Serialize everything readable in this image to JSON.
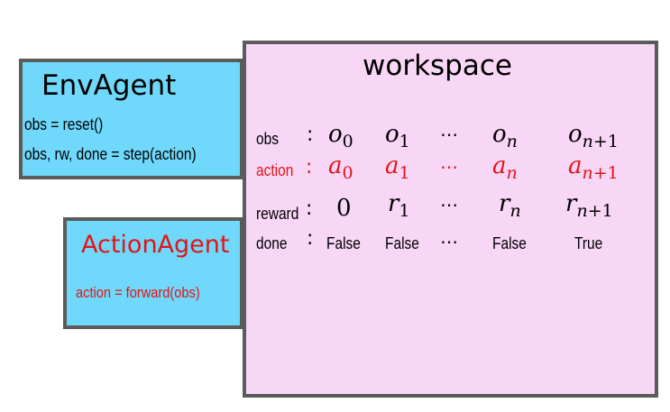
{
  "workspace": {
    "title": "workspace"
  },
  "env_agent": {
    "title": "EnvAgent",
    "line1": "obs = reset()",
    "line2": "obs, rw, done = step(action)"
  },
  "action_agent": {
    "title": "ActionAgent",
    "line1": "action = forward(obs)"
  },
  "table": {
    "rows": [
      {
        "label": "obs",
        "values": [
          "o0",
          "o1",
          "...",
          "on",
          "on+1"
        ]
      },
      {
        "label": "action",
        "values": [
          "a0",
          "a1",
          "...",
          "an",
          "an+1"
        ]
      },
      {
        "label": "reward",
        "values": [
          "0",
          "r1",
          "...",
          "rn",
          "rn+1"
        ]
      },
      {
        "label": "done",
        "values": [
          "False",
          "False",
          "...",
          "False",
          "True"
        ]
      }
    ],
    "separator": ":"
  },
  "colors": {
    "workspace_bg": "#f8d6f6",
    "agent_bg": "#6fd8fb",
    "border": "#5b5b5b",
    "accent_red": "#e21515"
  }
}
